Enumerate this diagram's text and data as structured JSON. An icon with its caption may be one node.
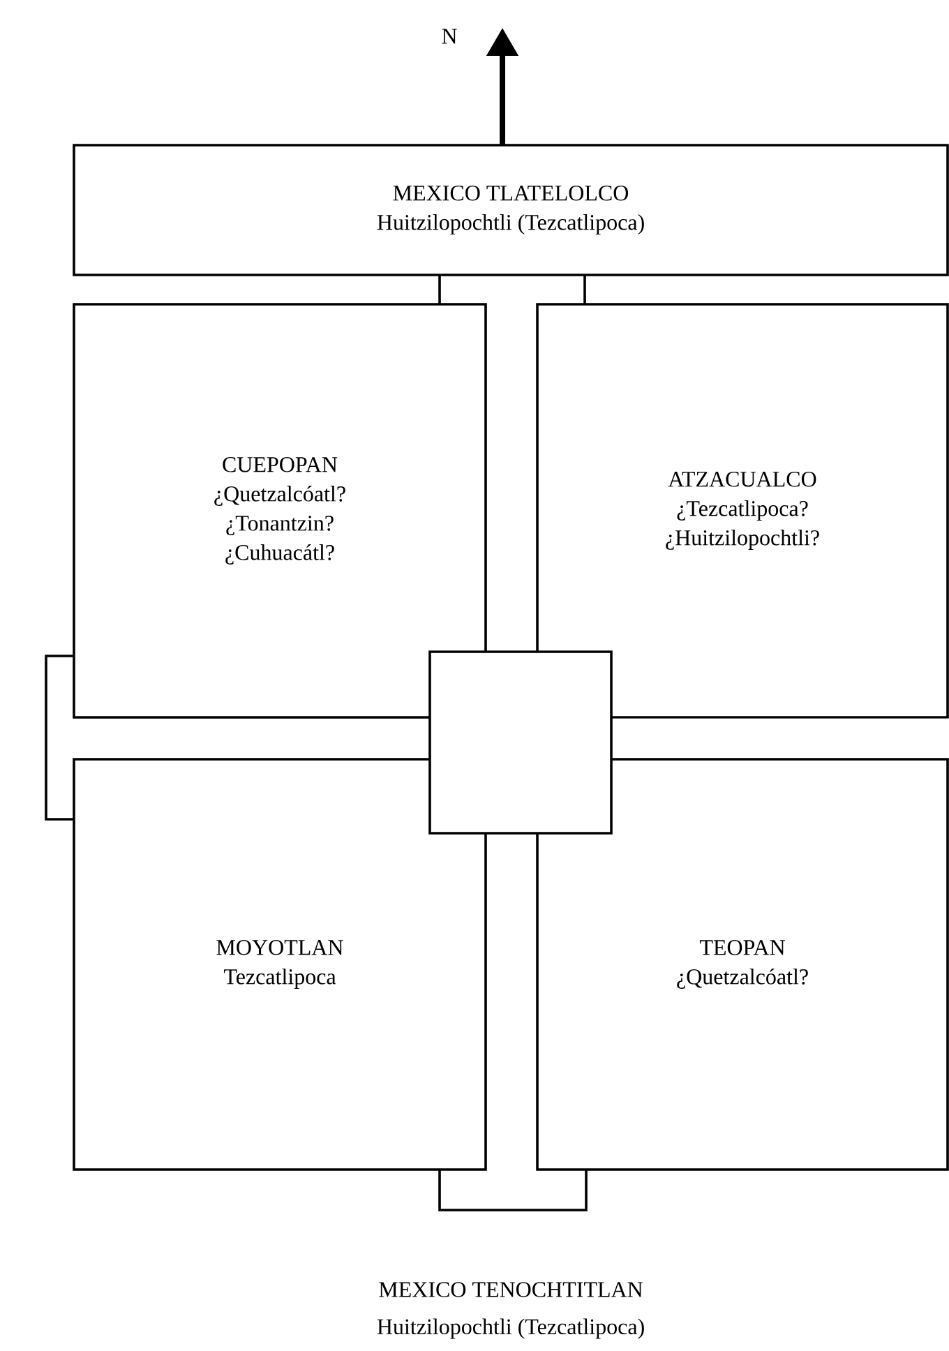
{
  "diagram": {
    "nodes": [
      {
        "text": [
          "MEXICO TLATELOLCO",
          "Huitzilopochtli (Tezcatlipoca)"
        ]
      },
      {
        "text": [
          "CUEPOPAN",
          "¿Quetzalcóatl?",
          "¿Tonantzin?",
          "¿Cuhuacátl?"
        ]
      },
      {
        "text": [
          "ATZACUALCO",
          "¿Tezcatlipoca?",
          "¿Huitzilopochtli?"
        ]
      },
      {
        "text": [],
        "shape": "box"
      },
      {
        "text": [
          "MOYOTLAN",
          "Tezcatlipoca"
        ]
      },
      {
        "text": [
          "TEOPAN",
          "¿Quetzalcóatl?"
        ]
      }
    ],
    "labels": [
      "N",
      "MEXICO TENOCHTITLAN",
      "Huitzilopochtli (Tezcatlipoca)"
    ]
  }
}
